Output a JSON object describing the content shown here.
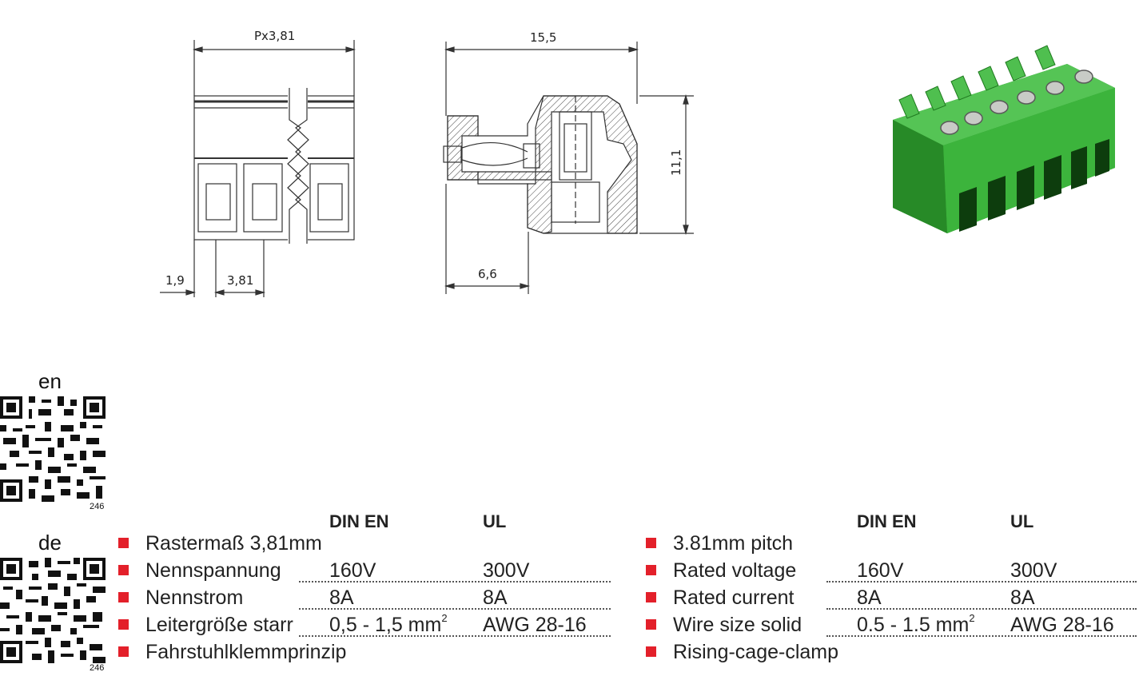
{
  "drawings": {
    "front_view": {
      "dim_top": "Px3,81",
      "dim_left": "1,9",
      "dim_pitch": "3,81"
    },
    "side_view": {
      "dim_length": "15,5",
      "dim_height": "11,1",
      "dim_depth": "6,6"
    },
    "product_color": "#3fb23f"
  },
  "qr": {
    "en": {
      "label": "en",
      "number": "246"
    },
    "de": {
      "label": "de",
      "number": "246"
    }
  },
  "specs": {
    "bullet_color": "#e3202a",
    "de": {
      "col1_header": "DIN EN",
      "col2_header": "UL",
      "rows": [
        {
          "label": "Rastermaß 3,81mm",
          "v1": "",
          "v2": "",
          "dotted": false
        },
        {
          "label": "Nennspannung",
          "v1": "160V",
          "v2": "300V",
          "dotted": true
        },
        {
          "label": "Nennstrom",
          "v1": "8A",
          "v2": "8A",
          "dotted": true
        },
        {
          "label": "Leitergröße starr",
          "v1": "0,5 - 1,5 mm",
          "v1_sup": "2",
          "v2": "AWG 28-16",
          "dotted": true
        },
        {
          "label": "Fahrstuhlklemmprinzip",
          "v1": "",
          "v2": "",
          "dotted": false
        }
      ]
    },
    "en": {
      "col1_header": "DIN EN",
      "col2_header": "UL",
      "rows": [
        {
          "label": "3.81mm pitch",
          "v1": "",
          "v2": "",
          "dotted": false
        },
        {
          "label": "Rated voltage",
          "v1": "160V",
          "v2": "300V",
          "dotted": true
        },
        {
          "label": "Rated current",
          "v1": "8A",
          "v2": "8A",
          "dotted": true
        },
        {
          "label": "Wire size solid",
          "v1": "0.5 - 1.5 mm",
          "v1_sup": "2",
          "v2": "AWG 28-16",
          "dotted": true
        },
        {
          "label": "Rising-cage-clamp",
          "v1": "",
          "v2": "",
          "dotted": false
        }
      ]
    }
  }
}
